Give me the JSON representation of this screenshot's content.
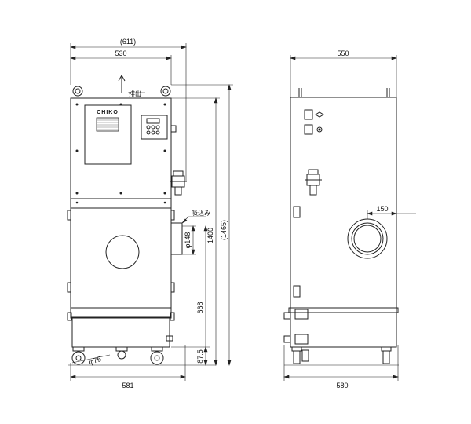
{
  "front_view": {
    "dims": {
      "overall_width_ref": "(611)",
      "top_width": "530",
      "bottom_width": "581",
      "overall_height_ref": "(1465)",
      "height_1400": "1400",
      "height_668": "668",
      "height_87_5": "87.5",
      "inlet_diameter": "φ148",
      "caster_diameter": "φ75"
    },
    "labels": {
      "exhaust": "排出",
      "suction": "吸込み"
    },
    "brand_logo": "CHIKO"
  },
  "side_view": {
    "dims": {
      "top_width": "550",
      "bottom_width": "580",
      "inlet_offset": "150"
    }
  }
}
